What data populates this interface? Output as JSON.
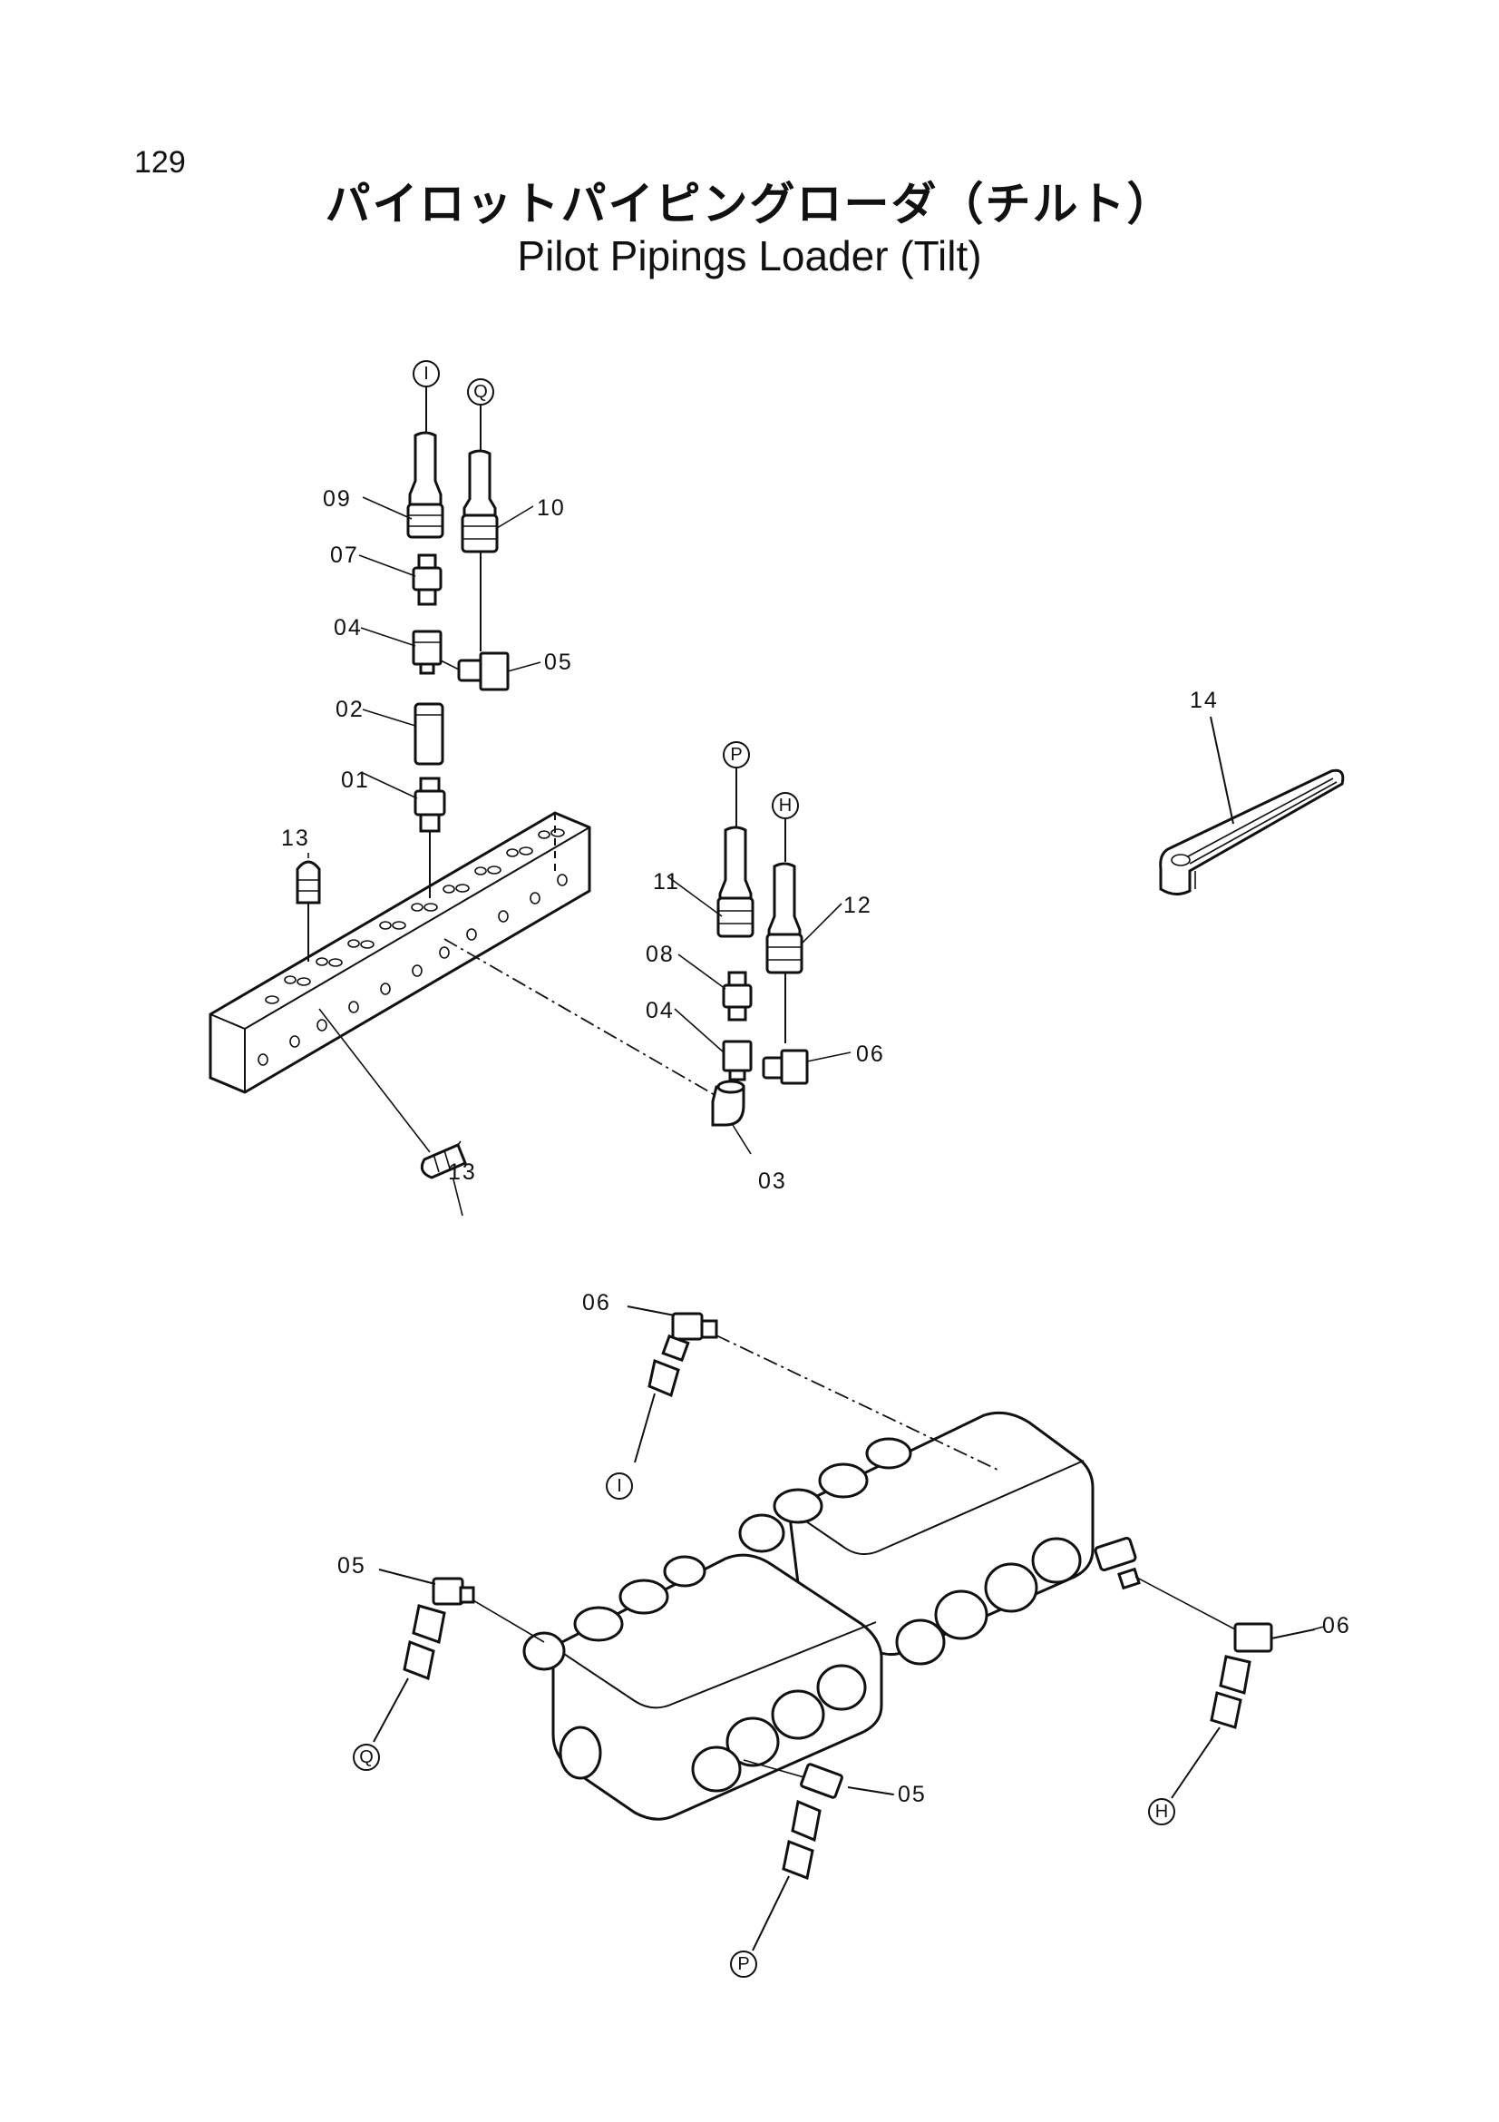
{
  "page": {
    "number": "129",
    "title_jp": "パイロットパイピングローダ（チルト）",
    "title_en": "Pilot Pipings Loader (Tilt)"
  },
  "connectors": {
    "I": "I",
    "Q": "Q",
    "P": "P",
    "H": "H"
  },
  "parts": {
    "p01": "01",
    "p02": "02",
    "p03": "03",
    "p04": "04",
    "p05": "05",
    "p06": "06",
    "p07": "07",
    "p08": "08",
    "p09": "09",
    "p10": "10",
    "p11": "11",
    "p12": "12",
    "p13": "13",
    "p14": "14"
  }
}
